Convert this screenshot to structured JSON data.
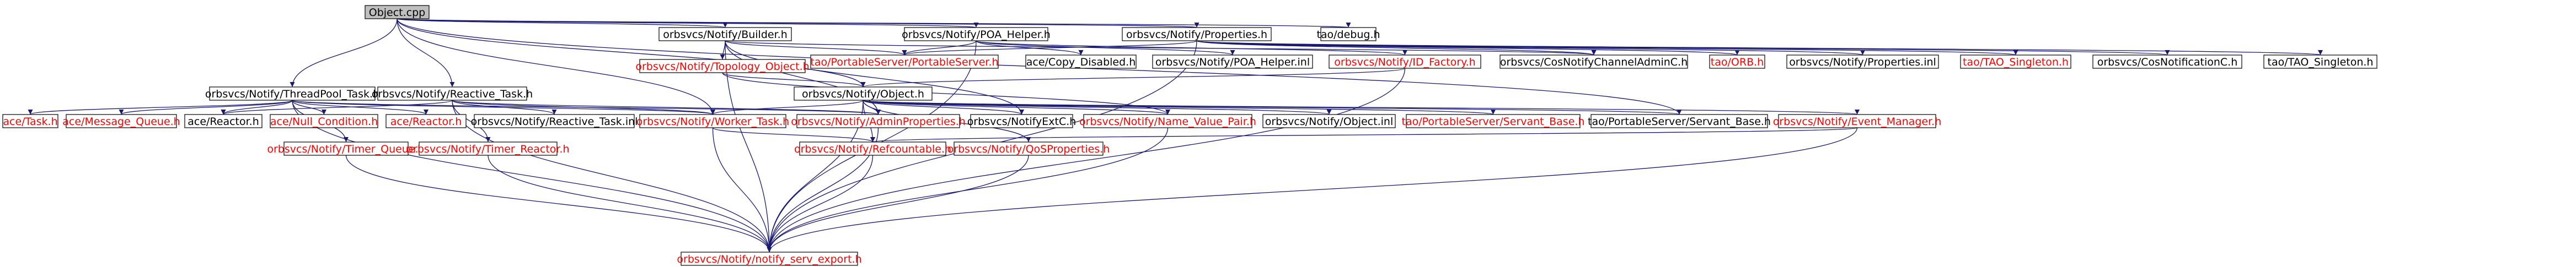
{
  "graph": {
    "nodes": [
      {
        "id": "object_cpp",
        "label": "Object.cpp",
        "style": "root"
      },
      {
        "id": "tao_debug",
        "label": "tao/debug.h",
        "style": "normal"
      },
      {
        "id": "notify_properties",
        "label": "orbsvcs/Notify/Properties.h",
        "style": "normal"
      },
      {
        "id": "poa_helper",
        "label": "orbsvcs/Notify/POA_Helper.h",
        "style": "normal"
      },
      {
        "id": "builder",
        "label": "orbsvcs/Notify/Builder.h",
        "style": "normal"
      },
      {
        "id": "portable_server",
        "label": "tao/PortableServer/PortableServer.h",
        "style": "red"
      },
      {
        "id": "ace_copy_disabled",
        "label": "ace/Copy_Disabled.h",
        "style": "normal"
      },
      {
        "id": "poa_helper_inl",
        "label": "orbsvcs/Notify/POA_Helper.inl",
        "style": "normal"
      },
      {
        "id": "id_factory",
        "label": "orbsvcs/Notify/ID_Factory.h",
        "style": "red"
      },
      {
        "id": "cos_notify_channel_admin",
        "label": "orbsvcs/CosNotifyChannelAdminC.h",
        "style": "gray"
      },
      {
        "id": "tao_orb",
        "label": "tao/ORB.h",
        "style": "red"
      },
      {
        "id": "properties_inl",
        "label": "orbsvcs/Notify/Properties.inl",
        "style": "normal"
      },
      {
        "id": "tao_singleton_red",
        "label": "tao/TAO_Singleton.h",
        "style": "red"
      },
      {
        "id": "cos_notification",
        "label": "orbsvcs/CosNotificationC.h",
        "style": "gray"
      },
      {
        "id": "tao_singleton_gray",
        "label": "tao/TAO_Singleton.h",
        "style": "gray"
      },
      {
        "id": "topology_object",
        "label": "orbsvcs/Notify/Topology_Object.h",
        "style": "red"
      },
      {
        "id": "notify_object",
        "label": "orbsvcs/Notify/Object.h",
        "style": "normal"
      },
      {
        "id": "threadpool_task",
        "label": "orbsvcs/Notify/ThreadPool_Task.h",
        "style": "normal"
      },
      {
        "id": "reactive_task",
        "label": "orbsvcs/Notify/Reactive_Task.h",
        "style": "normal"
      },
      {
        "id": "ace_task",
        "label": "ace/Task.h",
        "style": "red"
      },
      {
        "id": "ace_message_queue",
        "label": "ace/Message_Queue.h",
        "style": "red"
      },
      {
        "id": "ace_reactor_plain",
        "label": "ace/Reactor.h",
        "style": "normal"
      },
      {
        "id": "ace_null_condition",
        "label": "ace/Null_Condition.h",
        "style": "red"
      },
      {
        "id": "ace_reactor_red",
        "label": "ace/Reactor.h",
        "style": "red"
      },
      {
        "id": "reactive_task_inl",
        "label": "orbsvcs/Notify/Reactive_Task.inl",
        "style": "normal"
      },
      {
        "id": "worker_task",
        "label": "orbsvcs/Notify/Worker_Task.h",
        "style": "red"
      },
      {
        "id": "admin_properties",
        "label": "orbsvcs/Notify/AdminProperties.h",
        "style": "red"
      },
      {
        "id": "notify_extc",
        "label": "orbsvcs/NotifyExtC.h",
        "style": "normal"
      },
      {
        "id": "name_value_pair",
        "label": "orbsvcs/Notify/Name_Value_Pair.h",
        "style": "red"
      },
      {
        "id": "object_inl",
        "label": "orbsvcs/Notify/Object.inl",
        "style": "normal"
      },
      {
        "id": "servant_base_red",
        "label": "tao/PortableServer/Servant_Base.h",
        "style": "red"
      },
      {
        "id": "servant_base_plain",
        "label": "tao/PortableServer/Servant_Base.h",
        "style": "normal"
      },
      {
        "id": "event_manager",
        "label": "orbsvcs/Notify/Event_Manager.h",
        "style": "red"
      },
      {
        "id": "timer_queue",
        "label": "orbsvcs/Notify/Timer_Queue.h",
        "style": "red"
      },
      {
        "id": "timer_reactor",
        "label": "orbsvcs/Notify/Timer_Reactor.h",
        "style": "red"
      },
      {
        "id": "refcountable",
        "label": "orbsvcs/Notify/Refcountable.h",
        "style": "red"
      },
      {
        "id": "qos_properties",
        "label": "orbsvcs/Notify/QoSProperties.h",
        "style": "red"
      },
      {
        "id": "notify_serv_export",
        "label": "orbsvcs/Notify/notify_serv_export.h",
        "style": "red"
      }
    ],
    "edges": [
      [
        "object_cpp",
        "tao_debug"
      ],
      [
        "object_cpp",
        "notify_properties"
      ],
      [
        "object_cpp",
        "poa_helper"
      ],
      [
        "object_cpp",
        "builder"
      ],
      [
        "object_cpp",
        "notify_object"
      ],
      [
        "object_cpp",
        "threadpool_task"
      ],
      [
        "object_cpp",
        "reactive_task"
      ],
      [
        "object_cpp",
        "worker_task"
      ],
      [
        "object_cpp",
        "servant_base_plain"
      ],
      [
        "notify_properties",
        "portable_server"
      ],
      [
        "notify_properties",
        "cos_notify_channel_admin"
      ],
      [
        "notify_properties",
        "tao_orb"
      ],
      [
        "notify_properties",
        "properties_inl"
      ],
      [
        "notify_properties",
        "tao_singleton_red"
      ],
      [
        "notify_properties",
        "cos_notification"
      ],
      [
        "notify_properties",
        "tao_singleton_gray"
      ],
      [
        "notify_properties",
        "notify_serv_export"
      ],
      [
        "poa_helper",
        "portable_server"
      ],
      [
        "poa_helper",
        "ace_copy_disabled"
      ],
      [
        "poa_helper",
        "poa_helper_inl"
      ],
      [
        "poa_helper",
        "id_factory"
      ],
      [
        "poa_helper",
        "notify_serv_export"
      ],
      [
        "builder",
        "portable_server"
      ],
      [
        "builder",
        "cos_notify_channel_admin"
      ],
      [
        "builder",
        "topology_object"
      ],
      [
        "builder",
        "admin_properties"
      ],
      [
        "builder",
        "notify_extc"
      ],
      [
        "builder",
        "notify_serv_export"
      ],
      [
        "id_factory",
        "notify_object"
      ],
      [
        "id_factory",
        "notify_serv_export"
      ],
      [
        "topology_object",
        "notify_object"
      ],
      [
        "topology_object",
        "name_value_pair"
      ],
      [
        "notify_object",
        "worker_task"
      ],
      [
        "notify_object",
        "admin_properties"
      ],
      [
        "notify_object",
        "notify_extc"
      ],
      [
        "notify_object",
        "name_value_pair"
      ],
      [
        "notify_object",
        "object_inl"
      ],
      [
        "notify_object",
        "servant_base_red"
      ],
      [
        "notify_object",
        "servant_base_plain"
      ],
      [
        "notify_object",
        "event_manager"
      ],
      [
        "notify_object",
        "refcountable"
      ],
      [
        "notify_object",
        "qos_properties"
      ],
      [
        "notify_object",
        "notify_serv_export"
      ],
      [
        "threadpool_task",
        "ace_task"
      ],
      [
        "threadpool_task",
        "ace_message_queue"
      ],
      [
        "threadpool_task",
        "ace_reactor_plain"
      ],
      [
        "threadpool_task",
        "ace_null_condition"
      ],
      [
        "threadpool_task",
        "ace_reactor_red"
      ],
      [
        "threadpool_task",
        "worker_task"
      ],
      [
        "threadpool_task",
        "admin_properties"
      ],
      [
        "threadpool_task",
        "timer_queue"
      ],
      [
        "threadpool_task",
        "notify_serv_export"
      ],
      [
        "reactive_task",
        "ace_reactor_plain"
      ],
      [
        "reactive_task",
        "reactive_task_inl"
      ],
      [
        "reactive_task",
        "worker_task"
      ],
      [
        "reactive_task",
        "admin_properties"
      ],
      [
        "reactive_task",
        "timer_reactor"
      ],
      [
        "reactive_task",
        "notify_serv_export"
      ],
      [
        "worker_task",
        "refcountable"
      ],
      [
        "worker_task",
        "notify_serv_export"
      ],
      [
        "admin_properties",
        "notify_serv_export"
      ],
      [
        "name_value_pair",
        "notify_serv_export"
      ],
      [
        "event_manager",
        "refcountable"
      ],
      [
        "event_manager",
        "notify_serv_export"
      ],
      [
        "timer_queue",
        "notify_serv_export"
      ],
      [
        "timer_reactor",
        "notify_serv_export"
      ],
      [
        "refcountable",
        "notify_serv_export"
      ],
      [
        "qos_properties",
        "notify_serv_export"
      ]
    ]
  },
  "colors": {
    "edge": "#191970",
    "text_normal": "#000000",
    "text_red": "#ff0000",
    "border_normal": "#000000",
    "border_gray": "#bfbfbf",
    "root_fill": "#bfbfbf",
    "fill": "#ffffff"
  }
}
